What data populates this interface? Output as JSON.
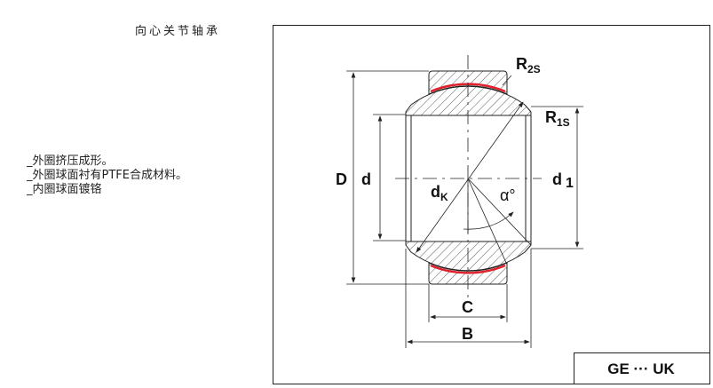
{
  "title": "向心关节轴承",
  "notes": [
    "_外圈挤压成形。",
    "_外圈球面衬有PTFE合成材料。",
    "_内圈球面镀铬"
  ],
  "labels": {
    "D": "D",
    "d": "d",
    "dk_main": "d",
    "dk_sub": "K",
    "d1_main": "d",
    "d1_sub": "1",
    "alpha": "α°",
    "R2s_main": "R",
    "R2s_sub": "2S",
    "R1s_main": "R",
    "R1s_sub": "1S",
    "C": "C",
    "B": "B"
  },
  "code_box": "GE ··· UK",
  "colors": {
    "liner": "#e0202a",
    "line": "#222222"
  }
}
